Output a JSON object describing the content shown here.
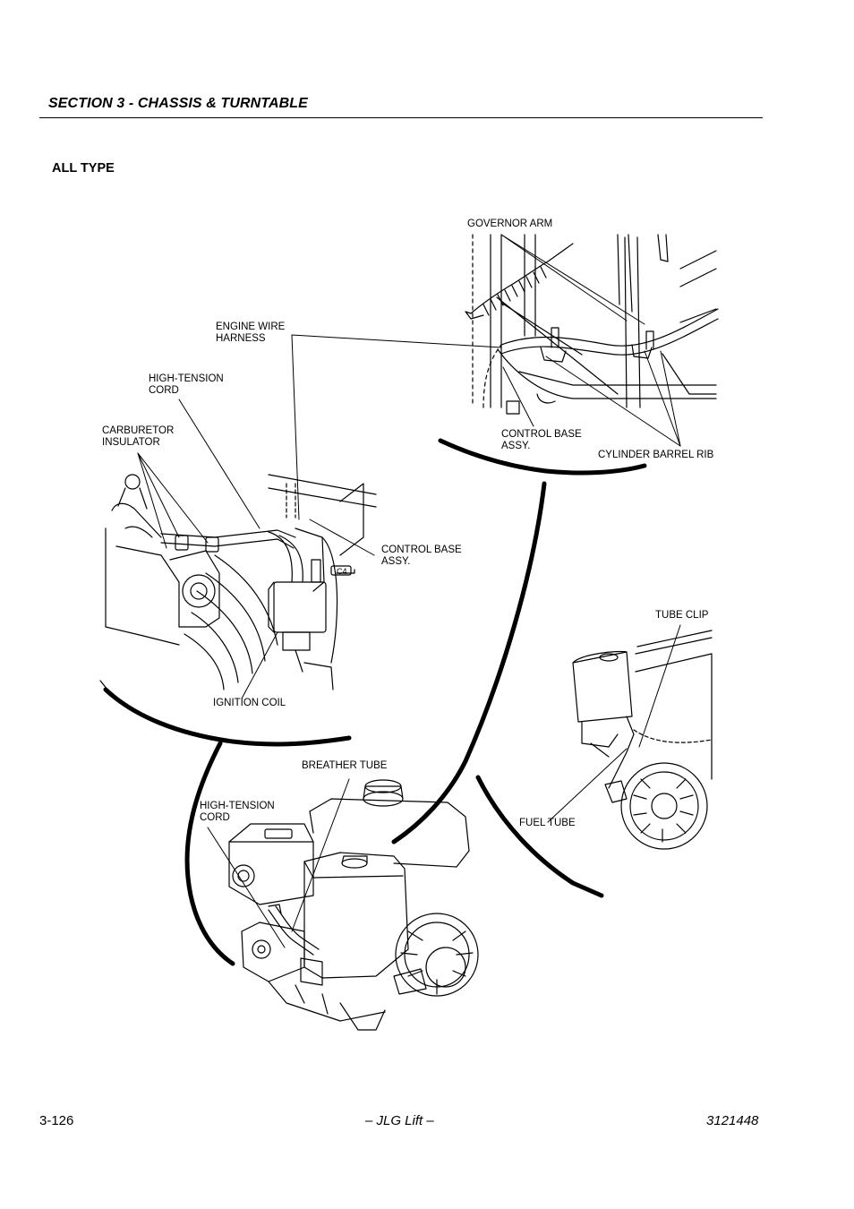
{
  "header": {
    "section_title": "SECTION 3 - CHASSIS & TURNTABLE",
    "subheading": "ALL TYPE"
  },
  "figure": {
    "labels": {
      "governor_arm": "GOVERNOR ARM",
      "engine_wire_harness": "ENGINE WIRE\nHARNESS",
      "high_tension_cord_top": "HIGH-TENSION\nCORD",
      "carburetor_insulator": "CARBURETOR\nINSULATOR",
      "control_base_assy_top": "CONTROL BASE\nASSY.",
      "cylinder_barrel_rib": "CYLINDER BARREL RIB",
      "control_base_assy_mid": "CONTROL BASE\nASSY.",
      "connector_tag": "C4",
      "tube_clip": "TUBE CLIP",
      "ignition_coil": "IGNITION COIL",
      "breather_tube": "BREATHER TUBE",
      "high_tension_cord_bottom": "HIGH-TENSION\nCORD",
      "fuel_tube": "FUEL TUBE"
    }
  },
  "footer": {
    "page_number": "3-126",
    "center": "– JLG Lift –",
    "doc_number": "3121448"
  }
}
